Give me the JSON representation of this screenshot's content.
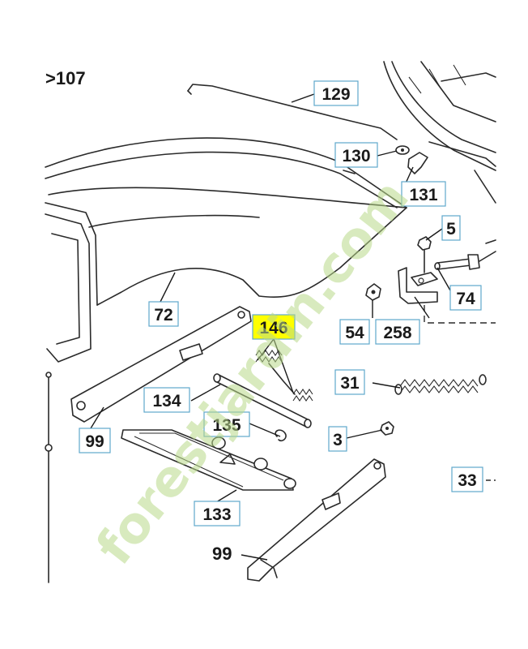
{
  "diagram": {
    "ref_label": ">107",
    "parts": [
      {
        "id": "129",
        "highlight": false
      },
      {
        "id": "130",
        "highlight": false
      },
      {
        "id": "131",
        "highlight": false
      },
      {
        "id": "5",
        "highlight": false
      },
      {
        "id": "72",
        "highlight": false
      },
      {
        "id": "146",
        "highlight": true
      },
      {
        "id": "54",
        "highlight": false
      },
      {
        "id": "258",
        "highlight": false
      },
      {
        "id": "74",
        "highlight": false
      },
      {
        "id": "31",
        "highlight": false
      },
      {
        "id": "134",
        "highlight": false
      },
      {
        "id": "99",
        "highlight": false
      },
      {
        "id": "135",
        "highlight": false
      },
      {
        "id": "3",
        "highlight": false
      },
      {
        "id": "133",
        "highlight": false
      },
      {
        "id": "33",
        "highlight": false
      }
    ],
    "plain_labels": [
      "99"
    ],
    "watermark": "forestjardin.com",
    "colors": {
      "label_border": "#5fa8cc",
      "highlight": "#ffff00",
      "watermark": "#b9d98a"
    }
  }
}
